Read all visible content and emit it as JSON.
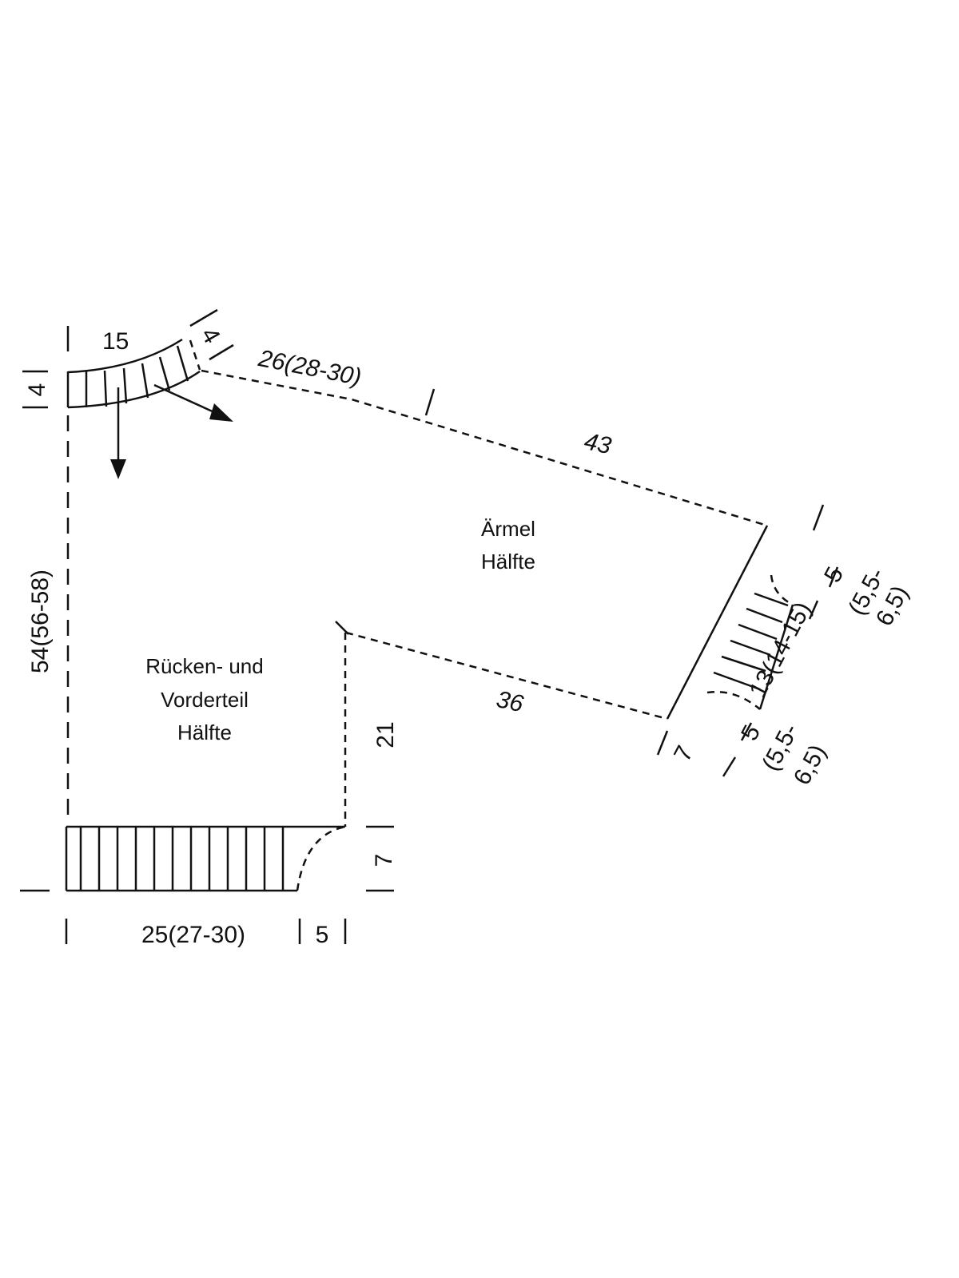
{
  "labels": {
    "body": [
      "Rücken- und",
      "Vorderteil",
      "Hälfte"
    ],
    "sleeve": [
      "Ärmel",
      "Hälfte"
    ]
  },
  "measurements": {
    "neck_width": "15",
    "neck_band_height": "4",
    "neck_band_side": "4",
    "shoulder": "26(28-30)",
    "sleeve_upper": "43",
    "sleeve_lower": "36",
    "body_length": "54(56-58)",
    "armhole_depth": "21",
    "hem_height": "7",
    "body_width": "25(27-30)",
    "hem_curve": "5",
    "cuff_width": "13(14-15)",
    "cuff_curve_top": [
      "5",
      "(5,5-",
      "6,5)"
    ],
    "cuff_curve_bottom": [
      "5",
      "(5,5-",
      "6,5)"
    ],
    "cuff_height": "7"
  }
}
